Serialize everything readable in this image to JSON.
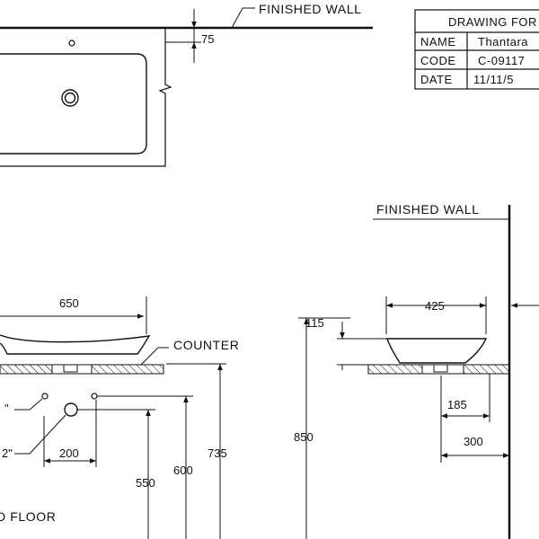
{
  "plan_view": {
    "finished_wall_label": "FINISHED WALL",
    "offset_dim": "75"
  },
  "title_block": {
    "header": "DRAWING FOR",
    "rows": [
      {
        "key": "NAME",
        "value": "Thantara"
      },
      {
        "key": "CODE",
        "value": "C-09117"
      },
      {
        "key": "DATE",
        "value": "11/11/5"
      }
    ]
  },
  "front_view": {
    "width_dim": "650",
    "counter_label": "COUNTER",
    "dim_200": "200",
    "dim_550": "550",
    "dim_600": "600",
    "dim_735": "735",
    "floor_label": "D FLOOR",
    "callout_a": "\"",
    "callout_b": "2\""
  },
  "side_view": {
    "finished_wall_label": "FINISHED WALL",
    "width_dim": "425",
    "height_dim": "115",
    "dim_850": "850",
    "dim_185": "185",
    "dim_300": "300"
  },
  "colors": {
    "line": "#111111",
    "background": "#ffffff"
  }
}
